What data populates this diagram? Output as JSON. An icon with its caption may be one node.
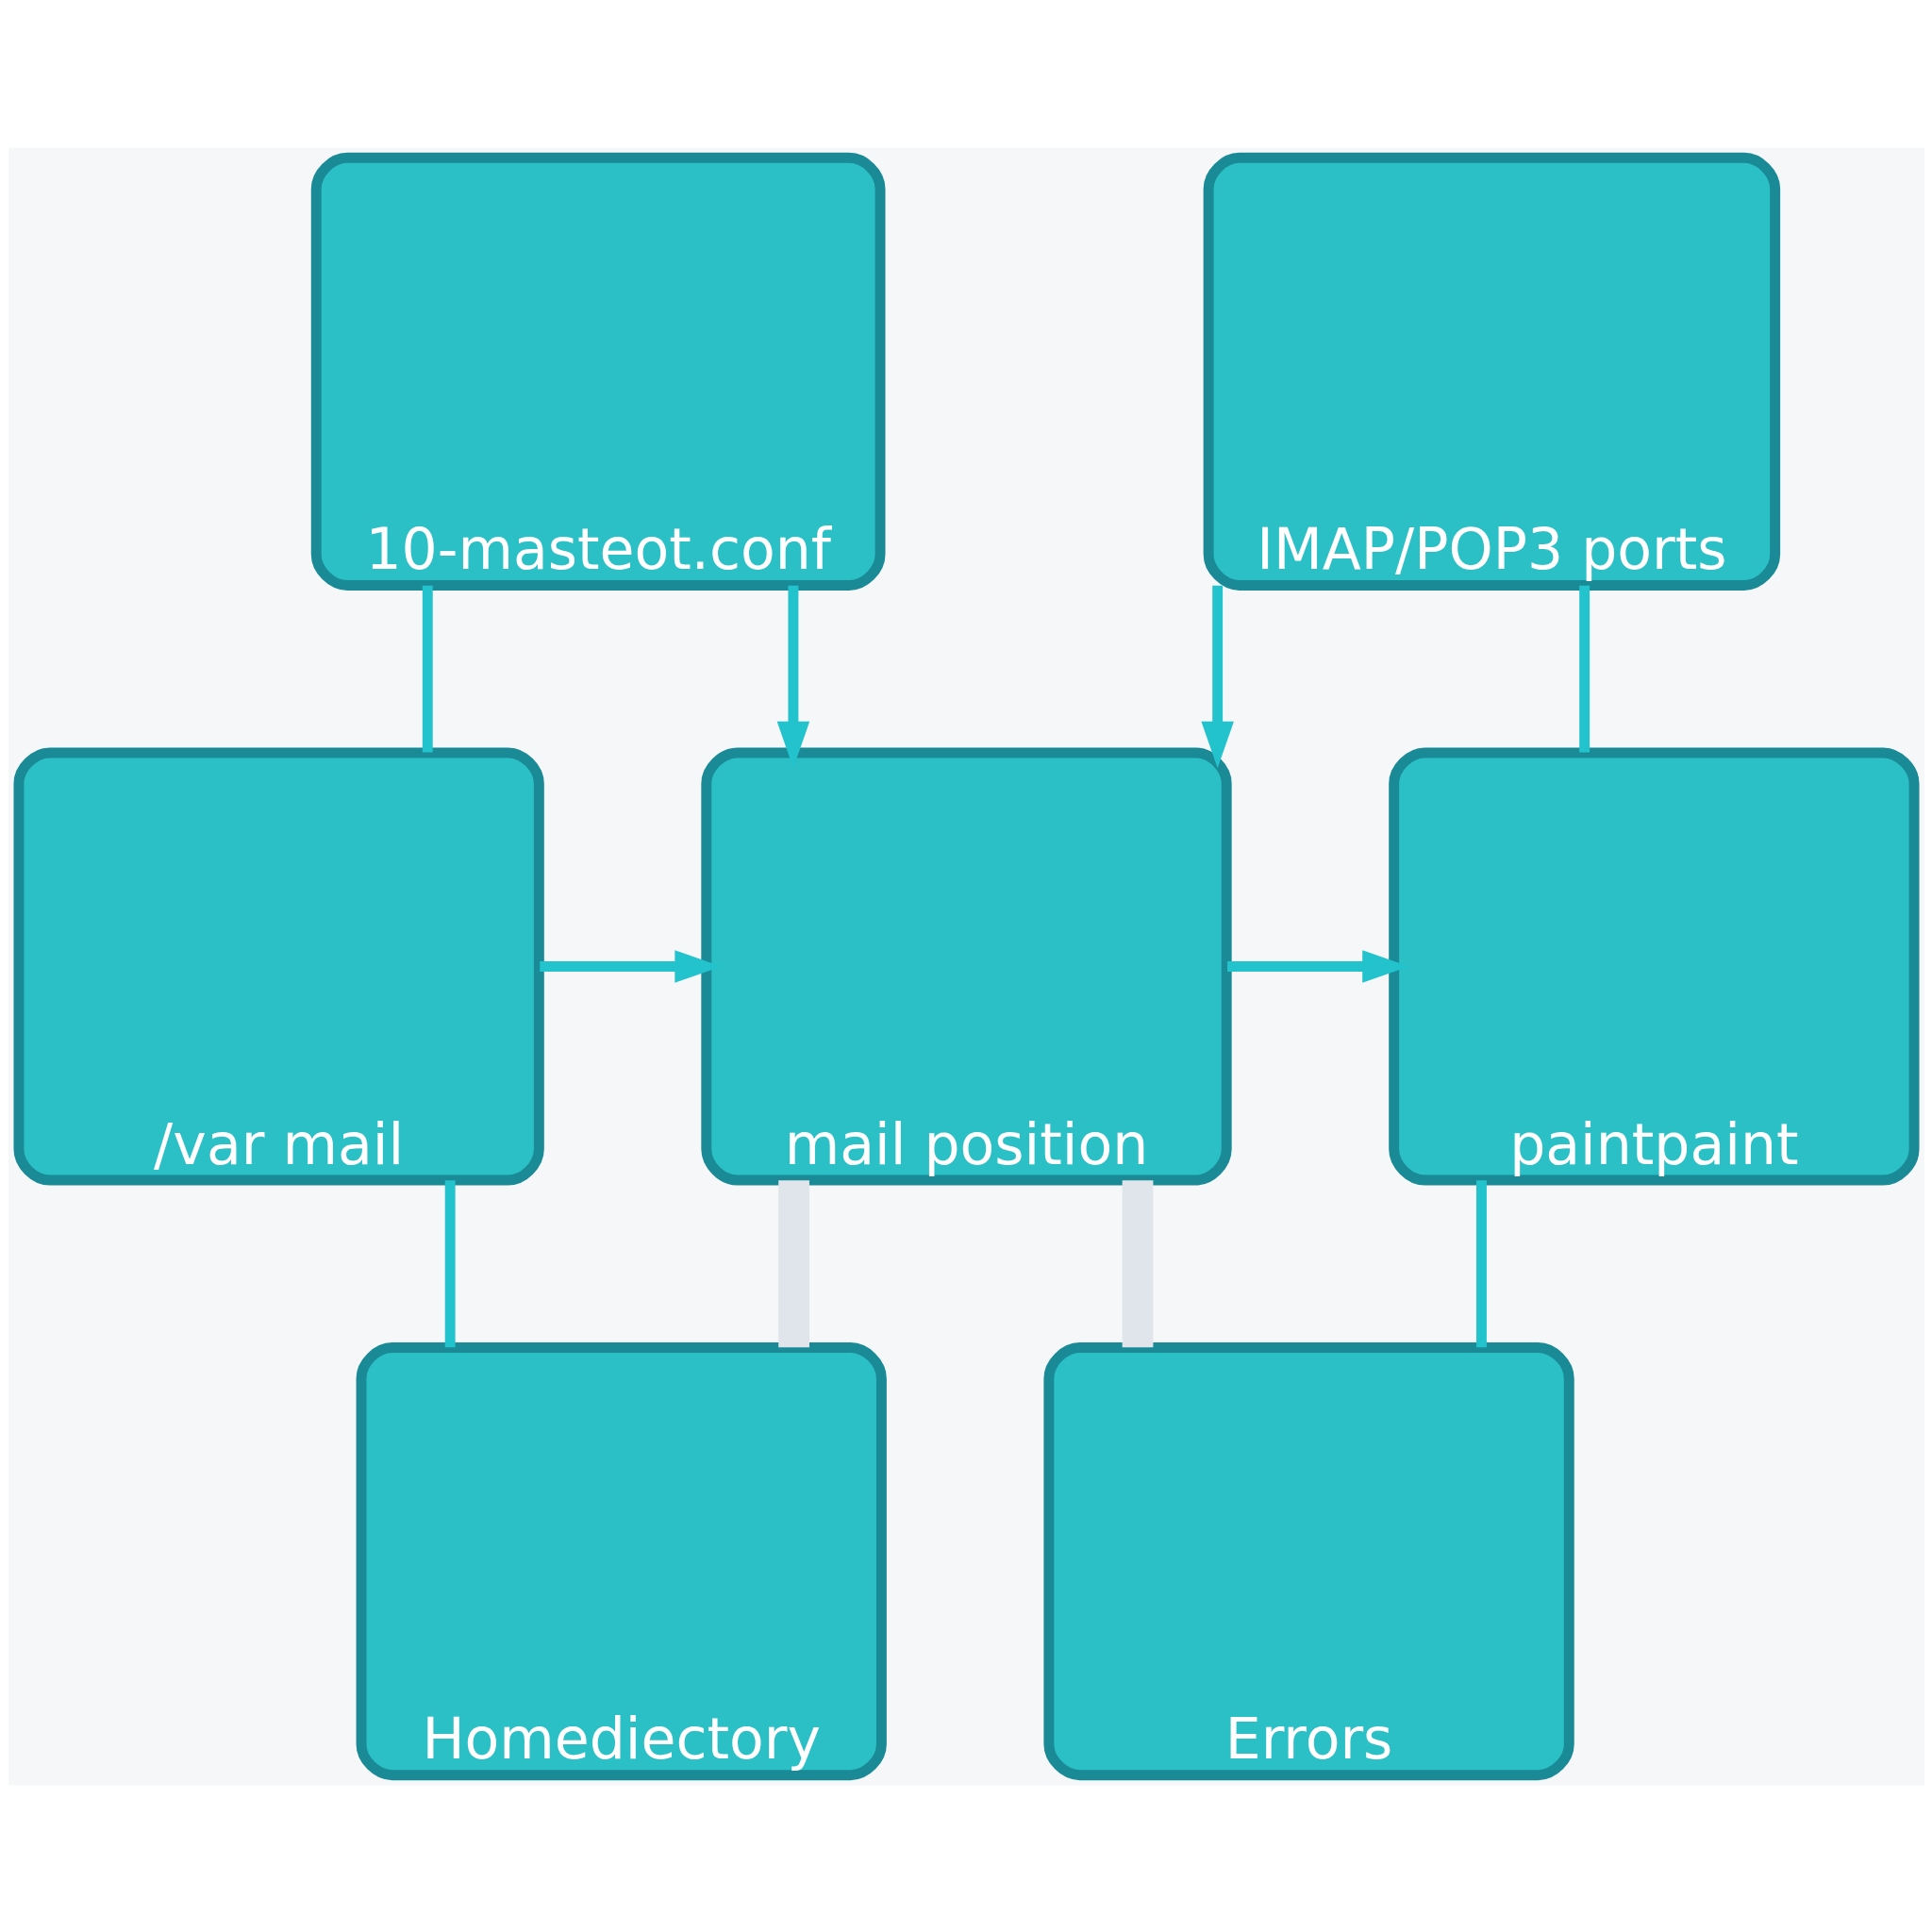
{
  "diagram": {
    "nodes": [
      {
        "text": [
          "10-masteot.conf"
        ]
      },
      {
        "text": [
          "IMAP/POP3 ports"
        ]
      },
      {
        "text": [
          "/var mail"
        ]
      },
      {
        "text": [
          "mail position"
        ]
      },
      {
        "text": [
          "paintpaint"
        ]
      },
      {
        "text": [
          "Homediectory"
        ]
      },
      {
        "text": [
          "Errors"
        ]
      }
    ],
    "edges": [
      {
        "from": 0,
        "to": 3,
        "arrow": "to"
      },
      {
        "from": 1,
        "to": 3,
        "arrow": "to"
      },
      {
        "from": 0,
        "to": 2,
        "arrow": "none"
      },
      {
        "from": 1,
        "to": 4,
        "arrow": "none"
      },
      {
        "from": 2,
        "to": 3,
        "arrow": "to"
      },
      {
        "from": 3,
        "to": 4,
        "arrow": "to"
      },
      {
        "from": 2,
        "to": 5,
        "arrow": "none"
      },
      {
        "from": 4,
        "to": 6,
        "arrow": "none"
      },
      {
        "from": 3,
        "to": 5,
        "arrow": "none",
        "style": "thick",
        "color": "#dfe5ea"
      },
      {
        "from": 3,
        "to": 6,
        "arrow": "none",
        "style": "thick",
        "color": "#dfe5ea"
      }
    ]
  }
}
